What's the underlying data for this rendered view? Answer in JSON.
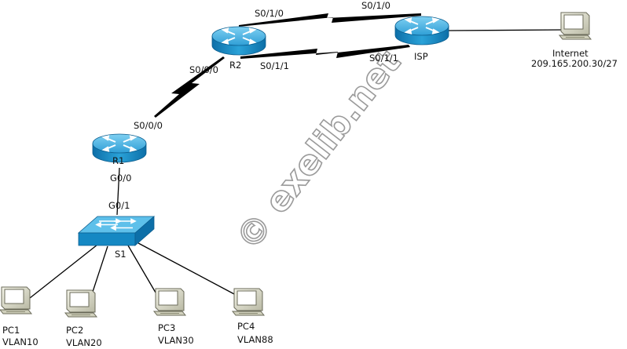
{
  "devices": {
    "r2": {
      "label": "R2"
    },
    "isp": {
      "label": "ISP"
    },
    "r1": {
      "label": "R1"
    },
    "s1": {
      "label": "S1"
    },
    "internet": {
      "label": "Internet",
      "address": "209.165.200.30/27"
    },
    "pc1": {
      "label": "PC1",
      "vlan": "VLAN10"
    },
    "pc2": {
      "label": "PC2",
      "vlan": "VLAN20"
    },
    "pc3": {
      "label": "PC3",
      "vlan": "VLAN30"
    },
    "pc4": {
      "label": "PC4",
      "vlan": "VLAN88"
    }
  },
  "interfaces": {
    "r2_s010": "S0/1/0",
    "isp_s010": "S0/1/0",
    "r2_s011": "S0/1/1",
    "isp_s011": "S0/1/1",
    "r2_s000": "S0/0/0",
    "r1_s000": "S0/0/0",
    "r1_g00": "G0/0",
    "s1_g01": "G0/1"
  },
  "watermark": "© exelib.net",
  "colors": {
    "router_body": "#1f8fc6",
    "router_top": "#4fb6e3",
    "switch_body": "#1c94cf",
    "pc_body": "#e8e8d8",
    "pc_screen": "#ffffff",
    "serial_link": "#000000"
  }
}
